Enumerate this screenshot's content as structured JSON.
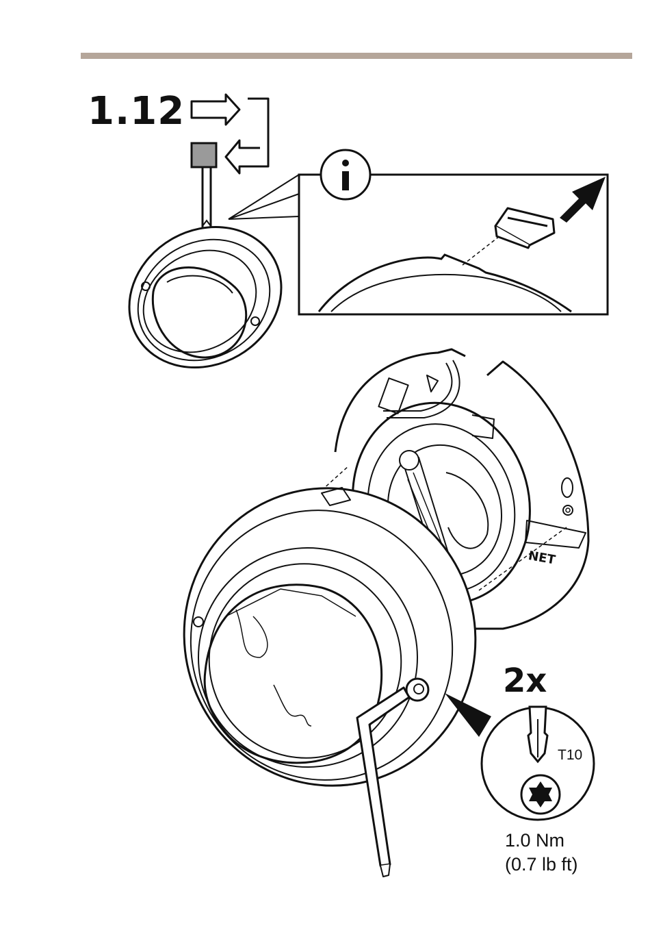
{
  "step": {
    "number": "1.12"
  },
  "callout": {
    "multiplier": "2x",
    "bit": "T10"
  },
  "torque": {
    "metric": "1.0 Nm",
    "imperial": "(0.7 lb ft)"
  },
  "colors": {
    "rule": "#b5a69a",
    "ink": "#111111",
    "accessory_fill": "#9a9a9a"
  },
  "icons": {
    "step_icon": "remove-and-reinsert-arrows-icon",
    "info": "info-icon",
    "arrow": "pull-direction-arrow-icon",
    "tool": "torx-key-icon",
    "bit_profile": "torx-t10-profile-icon"
  }
}
